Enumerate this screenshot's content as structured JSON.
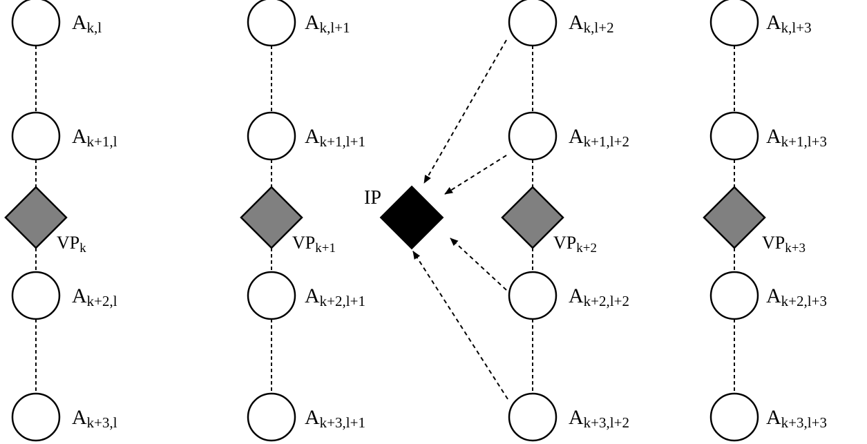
{
  "colors": {
    "line": "#000000",
    "node_fill": "#ffffff",
    "vp_fill": "#808080",
    "ip_fill": "#000000"
  },
  "columns": [
    {
      "nodes": [
        {
          "base": "A",
          "sub": "k,l"
        },
        {
          "base": "A",
          "sub": "k+1,l"
        },
        {
          "base": "A",
          "sub": "k+2,l"
        },
        {
          "base": "A",
          "sub": "k+3,l"
        }
      ],
      "vp": {
        "base": "VP",
        "sub": "k"
      }
    },
    {
      "nodes": [
        {
          "base": "A",
          "sub": "k,l+1"
        },
        {
          "base": "A",
          "sub": "k+1,l+1"
        },
        {
          "base": "A",
          "sub": "k+2,l+1"
        },
        {
          "base": "A",
          "sub": "k+3,l+1"
        }
      ],
      "vp": {
        "base": "VP",
        "sub": "k+1"
      }
    },
    {
      "nodes": [
        {
          "base": "A",
          "sub": "k,l+2"
        },
        {
          "base": "A",
          "sub": "k+1,l+2"
        },
        {
          "base": "A",
          "sub": "k+2,l+2"
        },
        {
          "base": "A",
          "sub": "k+3,l+2"
        }
      ],
      "vp": {
        "base": "VP",
        "sub": "k+2"
      }
    },
    {
      "nodes": [
        {
          "base": "A",
          "sub": "k,l+3"
        },
        {
          "base": "A",
          "sub": "k+1,l+3"
        },
        {
          "base": "A",
          "sub": "k+2,l+3"
        },
        {
          "base": "A",
          "sub": "k+3,l+3"
        }
      ],
      "vp": {
        "base": "VP",
        "sub": "k+3"
      }
    }
  ],
  "ip": {
    "label": "IP"
  },
  "edges": [
    {
      "from_column": 2,
      "from_node": 0,
      "to": "ip"
    },
    {
      "from_column": 2,
      "from_node": 1,
      "to": "ip"
    },
    {
      "from_column": 2,
      "from_node": 2,
      "to": "ip"
    },
    {
      "from_column": 2,
      "from_node": 3,
      "to": "ip"
    }
  ]
}
